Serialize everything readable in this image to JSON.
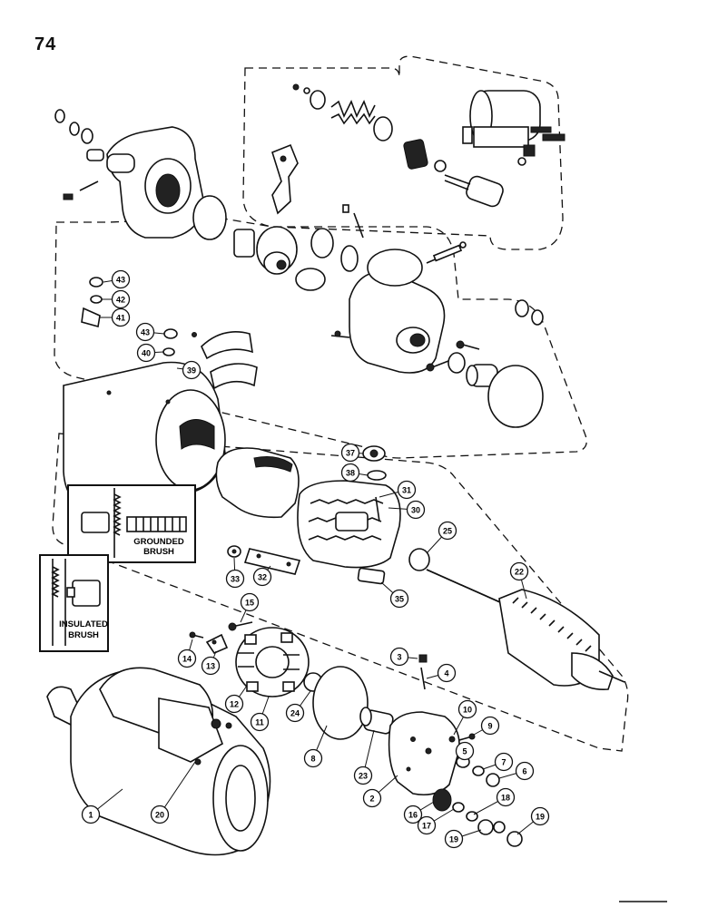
{
  "page": {
    "number": "74"
  },
  "insets": [
    {
      "id": "grounded",
      "label_lines": [
        "GROUNDED",
        "BRUSH"
      ]
    },
    {
      "id": "insulated",
      "label_lines": [
        "INSULATED",
        "BRUSH"
      ]
    }
  ],
  "callouts": [
    {
      "id": "c1",
      "number": "1"
    },
    {
      "id": "c2",
      "number": "2"
    },
    {
      "id": "c3",
      "number": "3"
    },
    {
      "id": "c4",
      "number": "4"
    },
    {
      "id": "c5",
      "number": "5"
    },
    {
      "id": "c6",
      "number": "6"
    },
    {
      "id": "c7",
      "number": "7"
    },
    {
      "id": "c8",
      "number": "8"
    },
    {
      "id": "c9",
      "number": "9"
    },
    {
      "id": "c10",
      "number": "10"
    },
    {
      "id": "c11",
      "number": "11"
    },
    {
      "id": "c12",
      "number": "12"
    },
    {
      "id": "c13",
      "number": "13"
    },
    {
      "id": "c14",
      "number": "14"
    },
    {
      "id": "c15",
      "number": "15"
    },
    {
      "id": "c16",
      "number": "16"
    },
    {
      "id": "c17",
      "number": "17"
    },
    {
      "id": "c18",
      "number": "18"
    },
    {
      "id": "c19a",
      "number": "19"
    },
    {
      "id": "c19b",
      "number": "19"
    },
    {
      "id": "c20",
      "number": "20"
    },
    {
      "id": "c22",
      "number": "22"
    },
    {
      "id": "c23",
      "number": "23"
    },
    {
      "id": "c24",
      "number": "24"
    },
    {
      "id": "c25",
      "number": "25"
    },
    {
      "id": "c30",
      "number": "30"
    },
    {
      "id": "c31",
      "number": "31"
    },
    {
      "id": "c32",
      "number": "32"
    },
    {
      "id": "c33",
      "number": "33"
    },
    {
      "id": "c35",
      "number": "35"
    },
    {
      "id": "c37",
      "number": "37"
    },
    {
      "id": "c38",
      "number": "38"
    },
    {
      "id": "c39",
      "number": "39"
    },
    {
      "id": "c40",
      "number": "40"
    },
    {
      "id": "c41",
      "number": "41"
    },
    {
      "id": "c42",
      "number": "42"
    },
    {
      "id": "c43a",
      "number": "43"
    },
    {
      "id": "c43b",
      "number": "43"
    }
  ]
}
